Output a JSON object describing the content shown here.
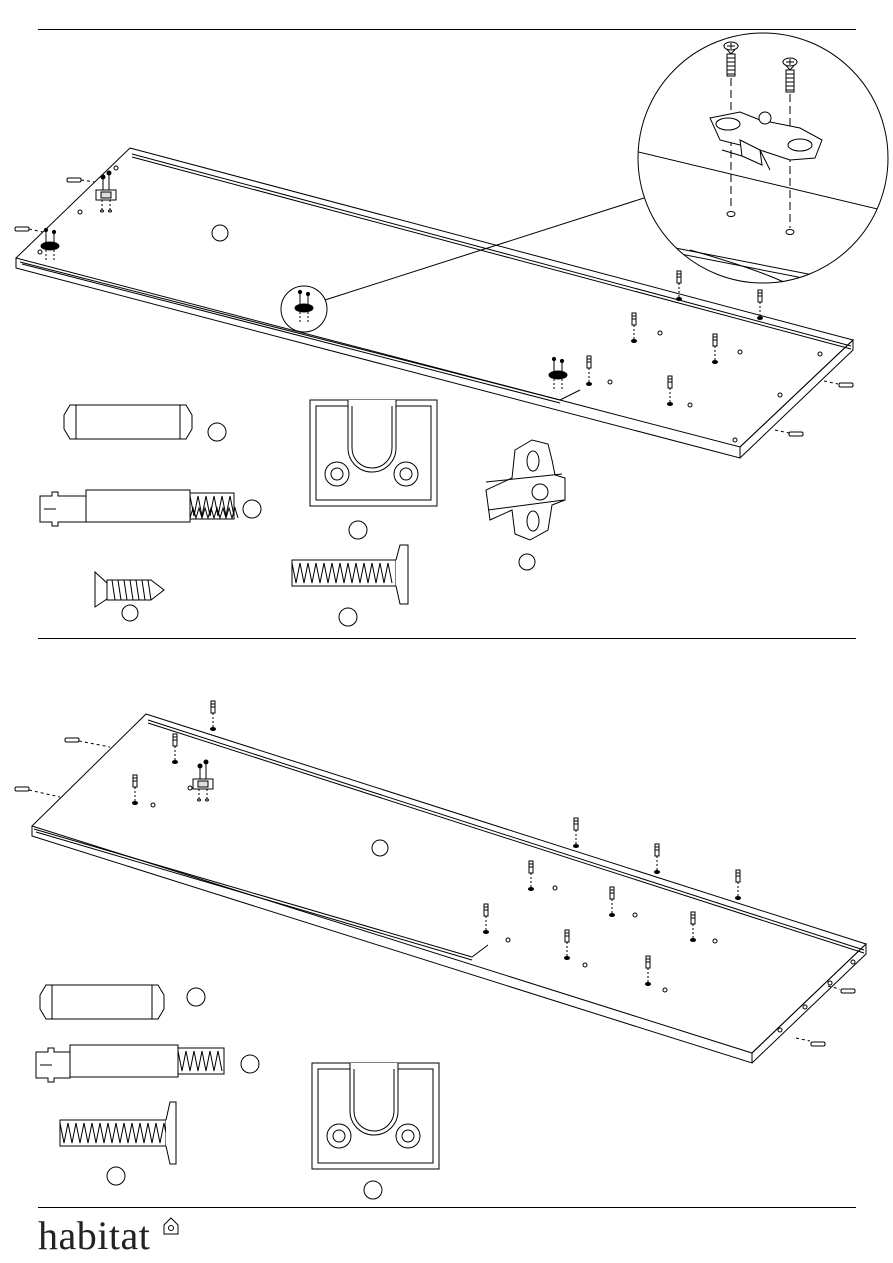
{
  "brand": {
    "name": "habitat",
    "logo_icon": "house-icon"
  },
  "sections": [
    {
      "id": "step-a",
      "panel": "panel-with-hinge-plates",
      "parts": [
        "wooden-dowel",
        "cam-bolt",
        "wood-screw",
        "hinge-mounting-plate",
        "euro-screw",
        "hinge-clip-plate"
      ]
    },
    {
      "id": "step-b",
      "panel": "panel-with-dowels",
      "parts": [
        "wooden-dowel",
        "cam-bolt",
        "euro-screw",
        "hinge-mounting-plate"
      ]
    }
  ]
}
